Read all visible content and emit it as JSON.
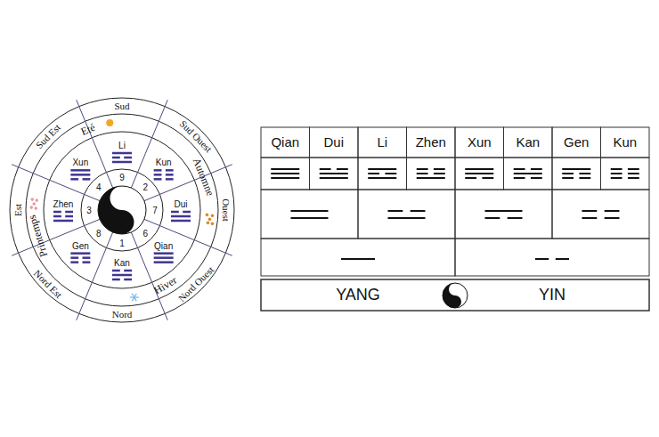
{
  "diagram": {
    "labels": [
      "Sud",
      "Sud Est",
      "Sud Ouest",
      "Ouest",
      "Nord Ouest",
      "Nord",
      "Nord Est",
      "Est",
      "Eté",
      "Automne",
      "Hiver",
      "Printemps",
      "Li",
      "Kun",
      "Dui",
      "Qian",
      "Kan",
      "Gen",
      "Zhen",
      "Xun",
      "9",
      "2",
      "7",
      "6",
      "1",
      "8",
      "3",
      "4",
      "Qian",
      "Dui",
      "Li",
      "Zhen",
      "Xun",
      "Kan",
      "Gen",
      "Kun",
      "YANG",
      "YIN"
    ]
  }
}
